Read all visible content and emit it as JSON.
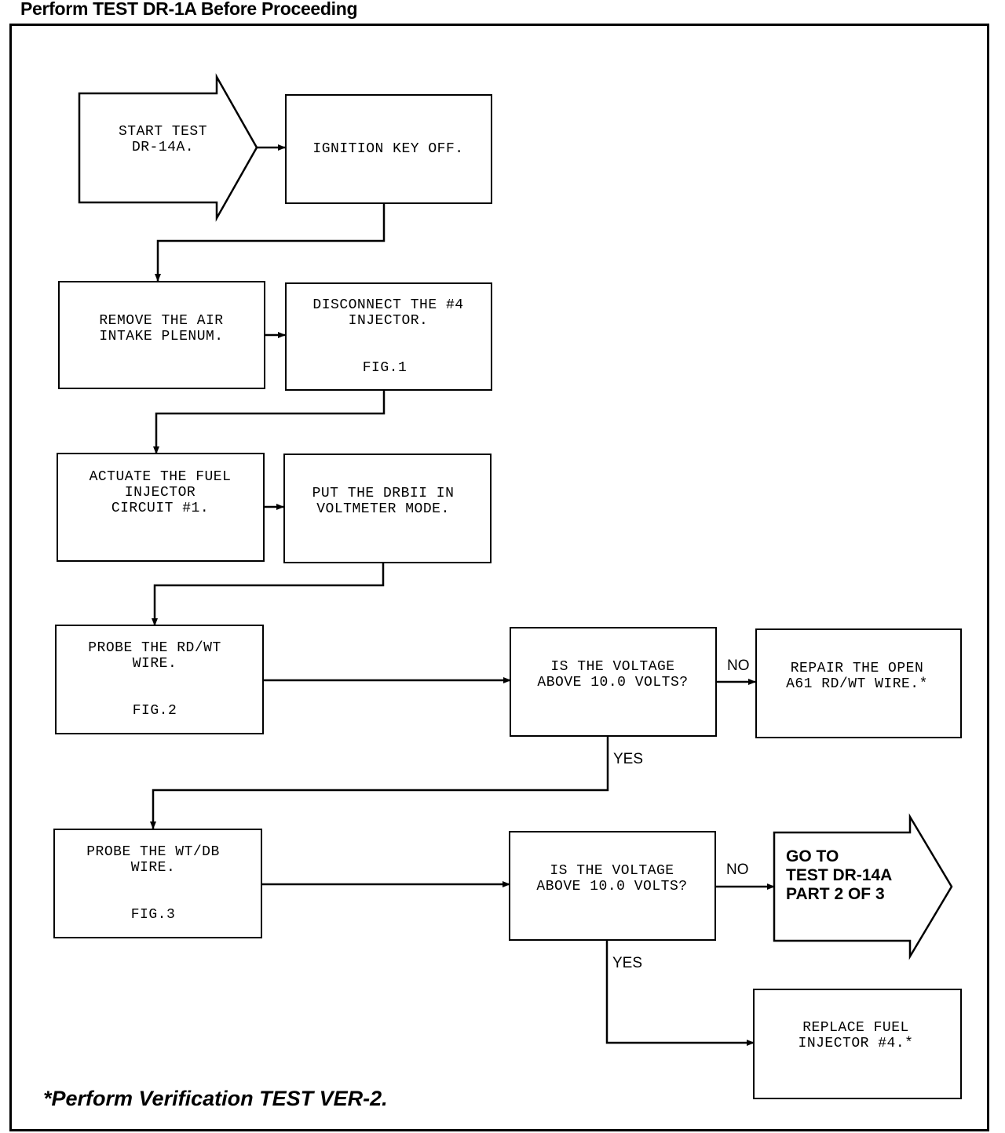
{
  "header": "Perform TEST DR-1A Before Proceeding",
  "footnote": "*Perform Verification TEST VER-2.",
  "steps": {
    "start": "START TEST\nDR-14A.",
    "ignition": "IGNITION KEY OFF.",
    "remove_plenum": "REMOVE THE AIR\nINTAKE PLENUM.",
    "disconnect": "DISCONNECT THE #4\nINJECTOR.",
    "disconnect_fig": "FIG.1",
    "actuate": "ACTUATE THE FUEL\nINJECTOR\nCIRCUIT #1.",
    "drbii": "PUT THE DRBII IN\nVOLTMETER MODE.",
    "probe_rdwt": "PROBE THE RD/WT\nWIRE.",
    "probe_rdwt_fig": "FIG.2",
    "voltage_q1": "IS THE VOLTAGE\nABOVE 10.0 VOLTS?",
    "repair": "REPAIR THE OPEN\nA61 RD/WT WIRE.*",
    "probe_wtdb": "PROBE THE WT/DB\nWIRE.",
    "probe_wtdb_fig": "FIG.3",
    "voltage_q2": "IS THE VOLTAGE\nABOVE 10.0 VOLTS?",
    "goto": "GO TO\nTEST DR-14A\nPART 2 OF 3",
    "replace": "REPLACE FUEL\nINJECTOR #4.*"
  },
  "labels": {
    "no1": "NO",
    "yes1": "YES",
    "no2": "NO",
    "yes2": "YES"
  }
}
